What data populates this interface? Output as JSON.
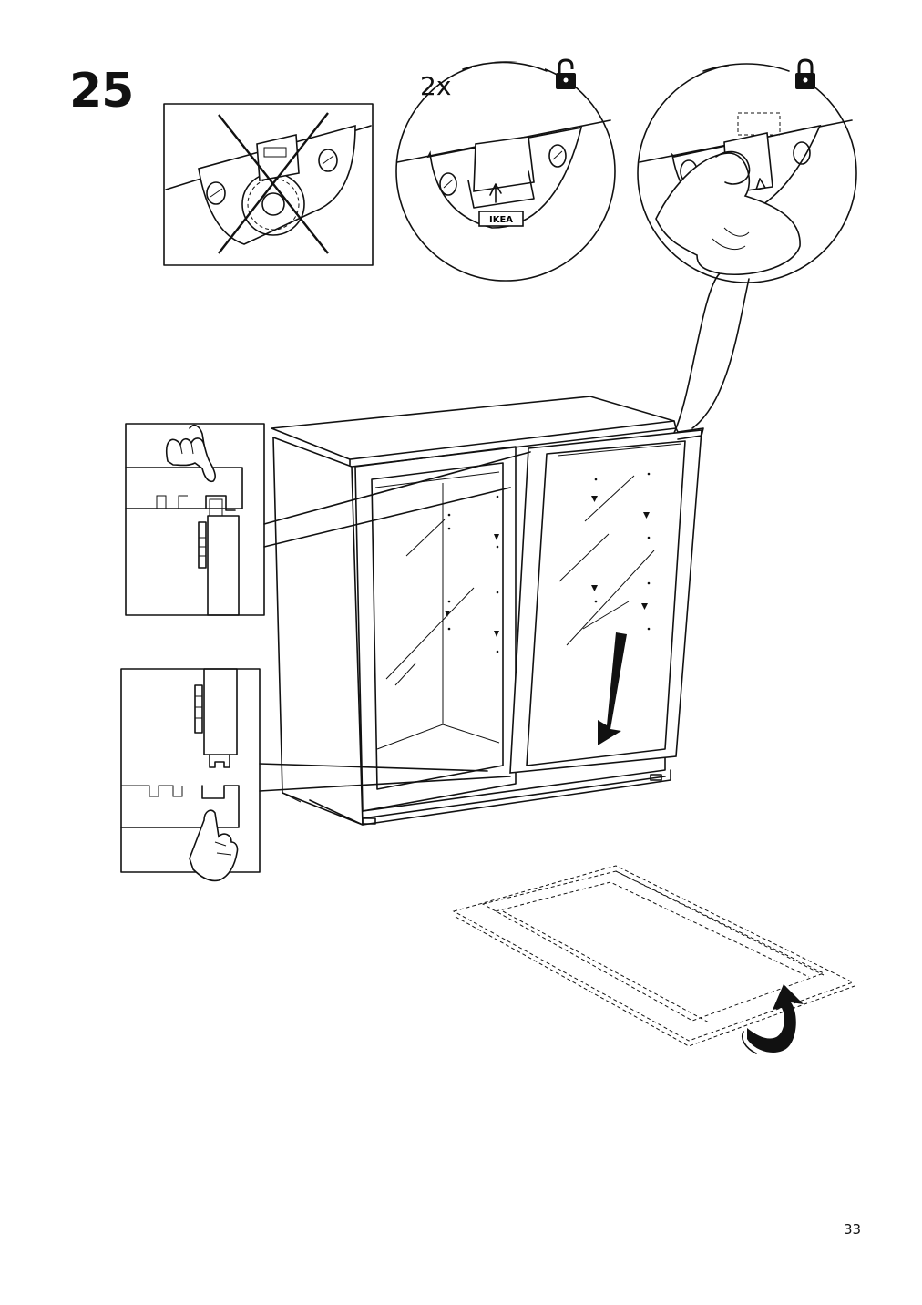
{
  "step": {
    "number": "25"
  },
  "callouts": {
    "quantity": "2x"
  },
  "icons": {
    "unlock": "padlock-open-icon",
    "lock": "padlock-closed-icon",
    "brand_label": "IKEA"
  },
  "footer": {
    "page_number": "33"
  }
}
